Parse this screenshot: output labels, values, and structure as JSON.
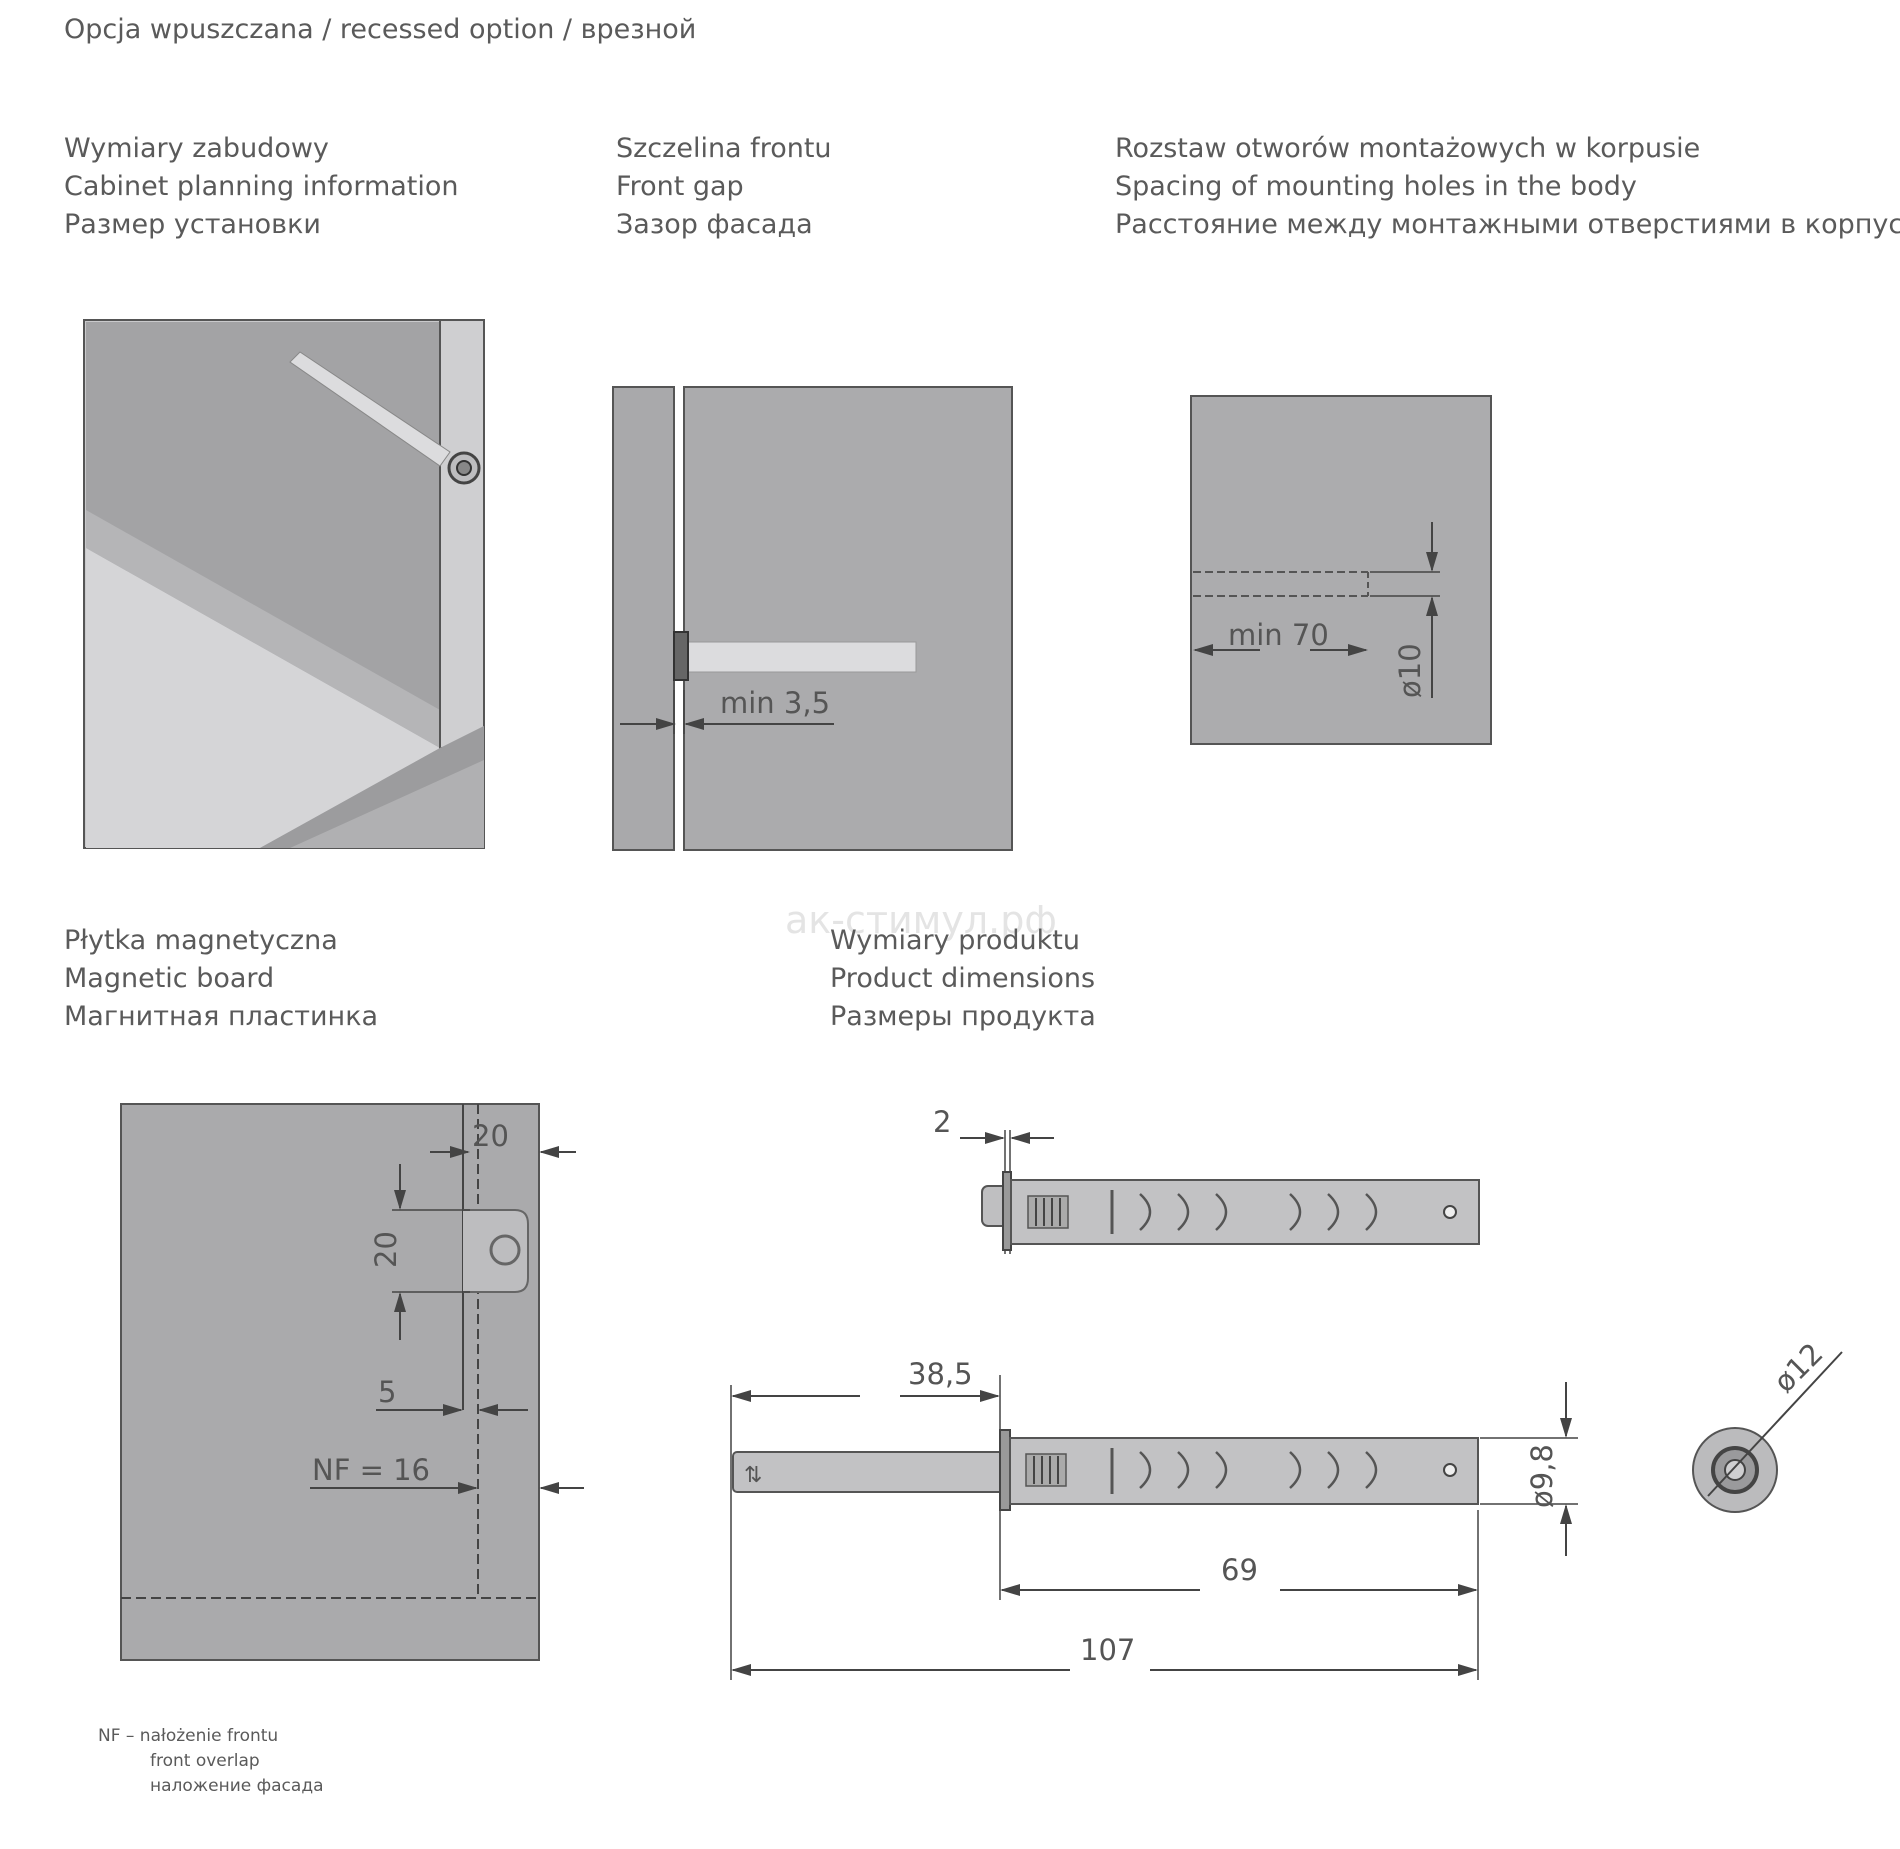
{
  "page": {
    "title": "Opcja wpuszczana / recessed option / врезной",
    "watermark": "ак-стимул.рф"
  },
  "sections": {
    "cabinet": {
      "label_pl": "Wymiary zabudowy",
      "label_en": "Cabinet planning information",
      "label_ru": "Размер установки"
    },
    "front_gap": {
      "label_pl": "Szczelina frontu",
      "label_en": "Front gap",
      "label_ru": "Зазор фасада",
      "dim_min": "min 3,5"
    },
    "holes": {
      "label_pl": "Rozstaw otworów montażowych w korpusie",
      "label_en": "Spacing of mounting holes in the body",
      "label_ru": "Расстояние между монтажными отверстиями в корпусе",
      "dim_min": "min 70",
      "dim_dia": "ø10"
    },
    "magnetic": {
      "label_pl": "Płytka magnetyczna",
      "label_en": "Magnetic board",
      "label_ru": "Магнитная пластинка",
      "dim_top": "20",
      "dim_side": "20",
      "dim_5": "5",
      "dim_nf": "NF = 16"
    },
    "product": {
      "label_pl": "Wymiary produktu",
      "label_en": "Product dimensions",
      "label_ru": "Размеры продукта",
      "dim_2": "2",
      "dim_385": "38,5",
      "dim_98": "ø9,8",
      "dim_69": "69",
      "dim_107": "107",
      "dim_12": "ø12"
    }
  },
  "footnote": {
    "line1": "NF – nałożenie frontu",
    "line2": "front overlap",
    "line3": "наложение фасада"
  },
  "colors": {
    "panel": "#a9a9ab",
    "panel_light": "#c4c4c6",
    "panel_lighter": "#d6d6d8",
    "line": "#444444",
    "dim": "#555555"
  }
}
